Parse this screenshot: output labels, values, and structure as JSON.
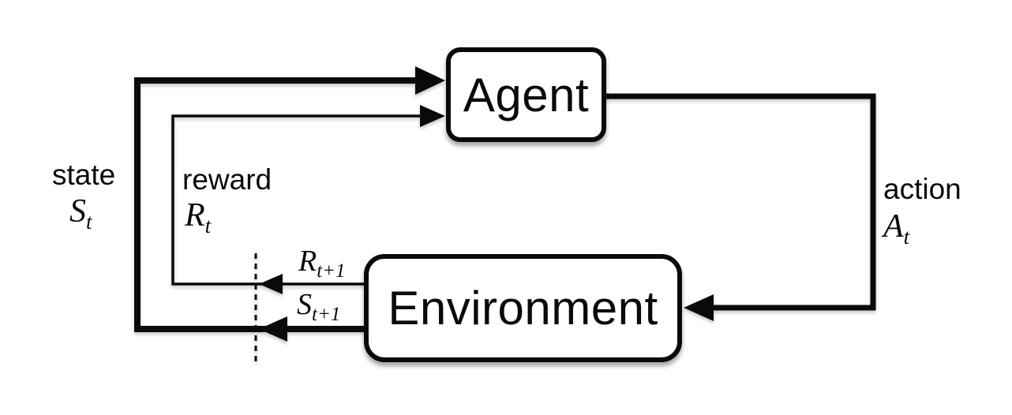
{
  "diagram": {
    "name": "agent-environment-interaction-loop",
    "nodes": {
      "agent": {
        "label": "Agent"
      },
      "environment": {
        "label": "Environment"
      }
    },
    "labels": {
      "state": {
        "word": "state",
        "symbol_base": "S",
        "symbol_sub": "t"
      },
      "reward": {
        "word": "reward",
        "symbol_base": "R",
        "symbol_sub": "t"
      },
      "action": {
        "word": "action",
        "symbol_base": "A",
        "symbol_sub": "t"
      },
      "next_reward": {
        "symbol_base": "R",
        "symbol_sub": "t+1"
      },
      "next_state": {
        "symbol_base": "S",
        "symbol_sub": "t+1"
      }
    },
    "edges": [
      {
        "name": "action-edge",
        "from": "agent",
        "to": "environment",
        "style": "thick"
      },
      {
        "name": "state-edge",
        "from": "environment",
        "to": "agent",
        "style": "thick"
      },
      {
        "name": "reward-edge",
        "from": "environment",
        "to": "agent",
        "style": "thin"
      }
    ],
    "colors": {
      "line": "#0a0a0a",
      "background": "#ffffff",
      "box_fill": "#ffffff"
    }
  }
}
